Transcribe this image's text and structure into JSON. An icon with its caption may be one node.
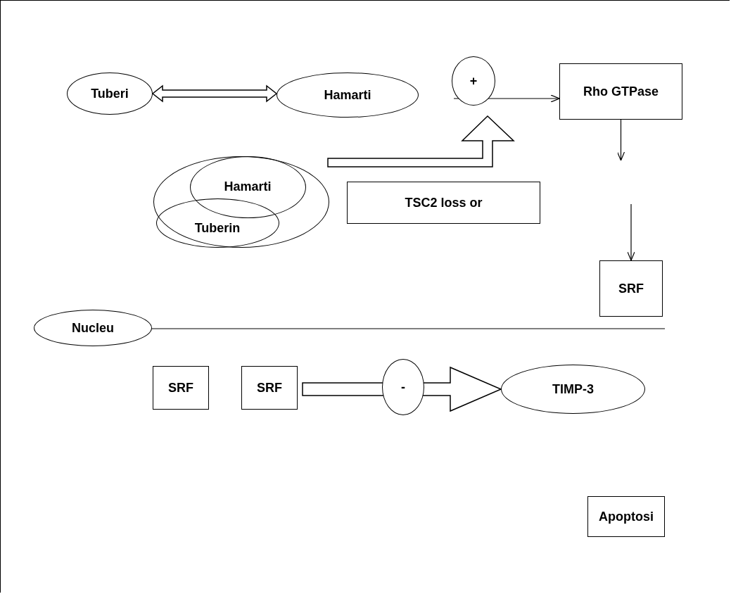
{
  "diagram": {
    "nodes": [
      {
        "text": [
          "Tuberi"
        ]
      },
      {
        "text": [
          "Hamarti"
        ]
      },
      {
        "text": [
          "+"
        ]
      },
      {
        "text": [
          "Rho GTPase"
        ]
      },
      {
        "text": [],
        "shape": "ellipse"
      },
      {
        "text": [
          "Hamarti"
        ],
        "in": 4
      },
      {
        "text": [
          "Tuberin"
        ],
        "in": 4
      },
      {
        "text": [
          "TSC2 loss or"
        ]
      },
      {
        "text": [
          "SRF"
        ]
      },
      {
        "text": [
          "Nucleu"
        ]
      },
      {
        "text": [
          "SRF"
        ]
      },
      {
        "text": [
          "SRF"
        ]
      },
      {
        "text": [
          "-"
        ]
      },
      {
        "text": [
          "TIMP-3"
        ]
      },
      {
        "text": [
          "Apoptosi"
        ]
      }
    ],
    "edges": [
      {
        "from": 0,
        "to": 1,
        "arrow": "both",
        "style": "thick"
      },
      {
        "from": 2,
        "to": 3,
        "arrow": "to"
      },
      {
        "from": 4,
        "to": null,
        "arrow": "to",
        "style": "thick"
      },
      {
        "from": 3,
        "to": null,
        "arrow": "to"
      },
      {
        "from": null,
        "to": 8,
        "arrow": "to"
      },
      {
        "from": 11,
        "to": 13,
        "arrow": "to",
        "style": "thick"
      }
    ]
  }
}
